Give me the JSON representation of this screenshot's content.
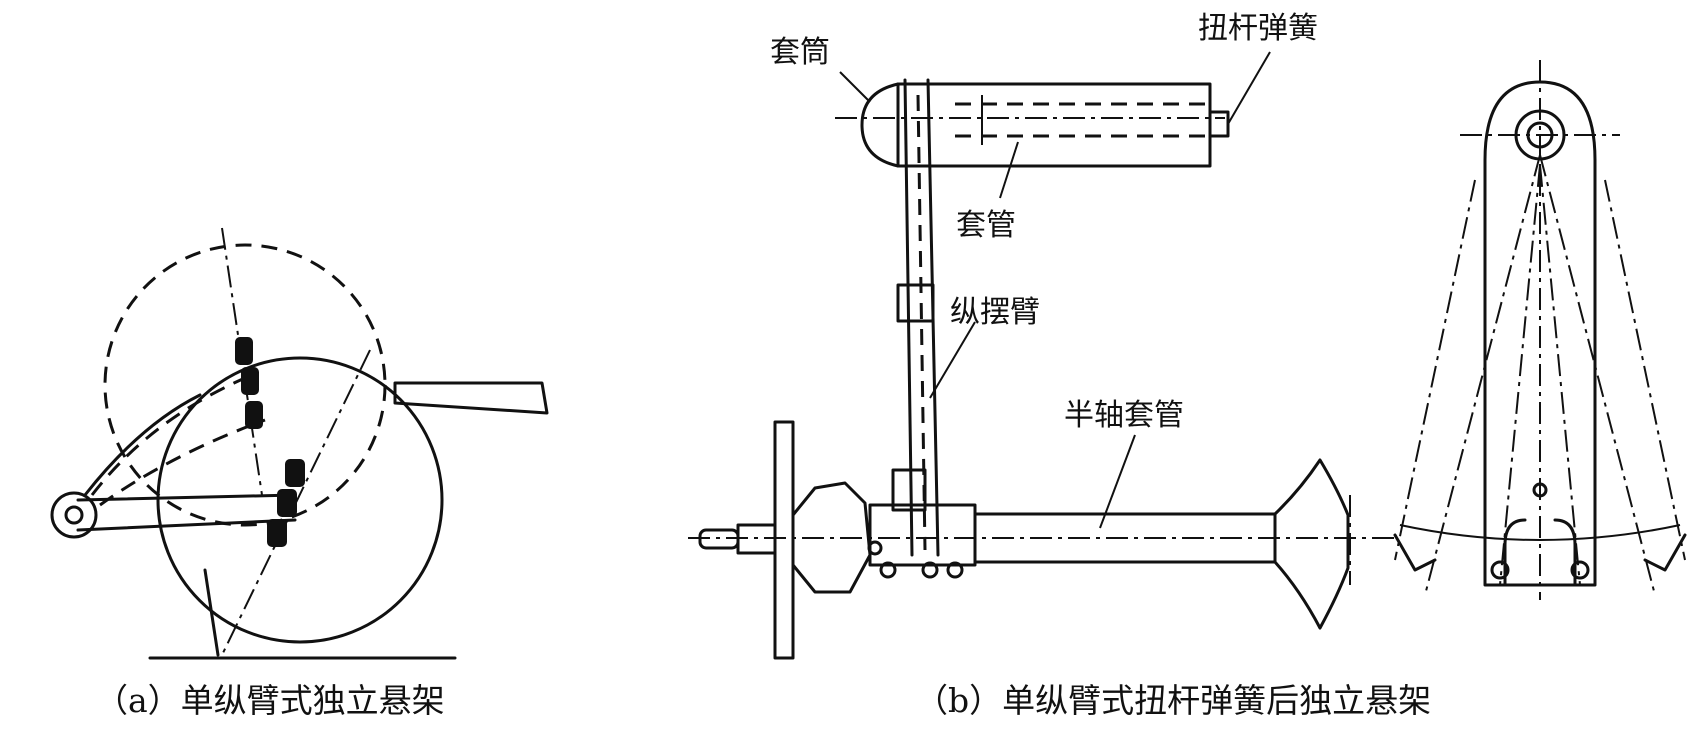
{
  "labels": {
    "sleeve": "套筒",
    "torsion_spring": "扭杆弹簧",
    "tube": "套管",
    "trailing_arm": "纵摆臂",
    "axle_tube": "半轴套管"
  },
  "captions": {
    "a": "（a）单纵臂式独立悬架",
    "b": "（b）单纵臂式扭杆弹簧后独立悬架"
  }
}
